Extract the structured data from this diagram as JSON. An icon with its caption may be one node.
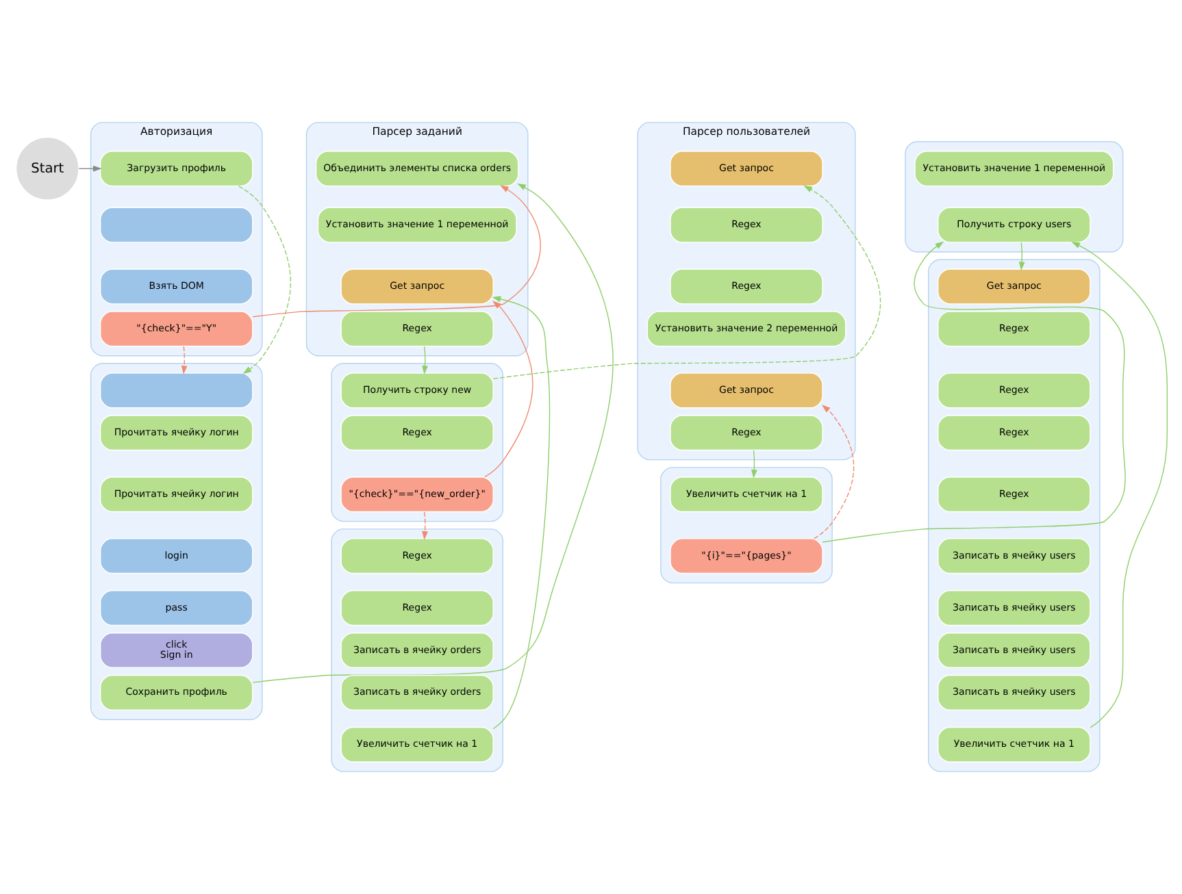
{
  "diagram": {
    "nodes": [
      {
        "text": [
          "Start"
        ]
      },
      {
        "text": [
          "Авторизация"
        ]
      },
      {
        "text": [
          "Загрузить профиль"
        ],
        "in": 1
      },
      {
        "text": [],
        "shape": "box",
        "in": 1
      },
      {
        "text": [
          "Взять DOM"
        ],
        "in": 1
      },
      {
        "text": [
          "\"{check}\"==\"Y\""
        ],
        "in": 1
      },
      {
        "text": [],
        "shape": "box"
      },
      {
        "text": [],
        "shape": "box",
        "in": 6
      },
      {
        "text": [
          "Прочитать ячейку логин"
        ],
        "in": 6
      },
      {
        "text": [
          "Прочитать ячейку логин"
        ],
        "in": 6
      },
      {
        "text": [
          "login"
        ],
        "in": 6
      },
      {
        "text": [
          "pass"
        ],
        "in": 6
      },
      {
        "text": [
          "click",
          "Sign in"
        ],
        "in": 6
      },
      {
        "text": [
          "Сохранить профиль"
        ],
        "in": 6
      },
      {
        "text": [
          "Парсер заданий"
        ]
      },
      {
        "text": [
          "Объединить элементы списка orders"
        ],
        "in": 14
      },
      {
        "text": [
          "Установить значение 1 переменной"
        ],
        "in": 14
      },
      {
        "text": [
          "Get запрос"
        ],
        "in": 14
      },
      {
        "text": [
          "Regex"
        ],
        "in": 14
      },
      {
        "text": [],
        "shape": "box"
      },
      {
        "text": [
          "Получить строку new"
        ],
        "in": 19
      },
      {
        "text": [
          "Regex"
        ],
        "in": 19
      },
      {
        "text": [
          "\"{check}\"==\"{new_order}\""
        ],
        "in": 19
      },
      {
        "text": [],
        "shape": "box"
      },
      {
        "text": [
          "Regex"
        ],
        "in": 23
      },
      {
        "text": [
          "Regex"
        ],
        "in": 23
      },
      {
        "text": [
          "Записать в ячейку orders"
        ],
        "in": 23
      },
      {
        "text": [
          "Записать в ячейку orders"
        ],
        "in": 23
      },
      {
        "text": [
          "Увеличить счетчик на 1"
        ],
        "in": 23
      },
      {
        "text": [
          "Парсер пользователей"
        ]
      },
      {
        "text": [
          "Get запрос"
        ],
        "in": 29
      },
      {
        "text": [
          "Regex"
        ],
        "in": 29
      },
      {
        "text": [
          "Regex"
        ],
        "in": 29
      },
      {
        "text": [
          "Установить значение 2 переменной"
        ],
        "in": 29
      },
      {
        "text": [
          "Get запрос"
        ],
        "in": 29
      },
      {
        "text": [
          "Regex"
        ],
        "in": 29
      },
      {
        "text": [],
        "shape": "box"
      },
      {
        "text": [
          "Увеличить счетчик на 1"
        ],
        "in": 36
      },
      {
        "text": [
          "\"{i}\"==\"{pages}\""
        ],
        "in": 36
      },
      {
        "text": [],
        "shape": "box"
      },
      {
        "text": [
          "Установить значение 1 переменной"
        ],
        "in": 39
      },
      {
        "text": [
          "Получить строку users"
        ],
        "in": 39
      },
      {
        "text": [],
        "shape": "box"
      },
      {
        "text": [
          "Get запрос"
        ],
        "in": 42
      },
      {
        "text": [
          "Regex"
        ],
        "in": 42
      },
      {
        "text": [
          "Regex"
        ],
        "in": 42
      },
      {
        "text": [
          "Regex"
        ],
        "in": 42
      },
      {
        "text": [
          "Regex"
        ],
        "in": 42
      },
      {
        "text": [
          "Записать в ячейку users"
        ],
        "in": 42
      },
      {
        "text": [
          "Записать в ячейку users"
        ],
        "in": 42
      },
      {
        "text": [
          "Записать в ячейку users"
        ],
        "in": 42
      },
      {
        "text": [
          "Записать в ячейку users"
        ],
        "in": 42
      },
      {
        "text": [
          "Увеличить счетчик на 1"
        ],
        "in": 42
      }
    ],
    "edges": [
      {
        "from": 0,
        "to": 2,
        "arrow": "to",
        "color": "#888888"
      },
      {
        "from": 2,
        "to": 7,
        "arrow": "to",
        "style": "dashed"
      },
      {
        "from": 5,
        "to": 7,
        "arrow": "to",
        "style": "dashed",
        "color": "#f08a70"
      },
      {
        "from": 5,
        "to": 15,
        "arrow": "to",
        "color": "#f08a70"
      },
      {
        "from": 13,
        "to": 15,
        "arrow": "to"
      },
      {
        "from": 22,
        "to": 17,
        "arrow": "to",
        "color": "#f08a70"
      },
      {
        "from": 28,
        "to": 17,
        "arrow": "to"
      },
      {
        "from": 18,
        "to": 20,
        "arrow": "to"
      },
      {
        "from": 22,
        "to": 24,
        "arrow": "to",
        "style": "dashed",
        "color": "#f08a70"
      },
      {
        "from": 20,
        "to": 30,
        "arrow": "to",
        "style": "dashed"
      },
      {
        "from": 38,
        "to": 34,
        "arrow": "to",
        "style": "dashed",
        "color": "#f08a70"
      },
      {
        "from": 35,
        "to": 37,
        "arrow": "to"
      },
      {
        "from": 38,
        "to": 41,
        "arrow": "to"
      },
      {
        "from": 52,
        "to": 41,
        "arrow": "to"
      },
      {
        "from": 41,
        "to": 43,
        "arrow": "to"
      }
    ]
  }
}
